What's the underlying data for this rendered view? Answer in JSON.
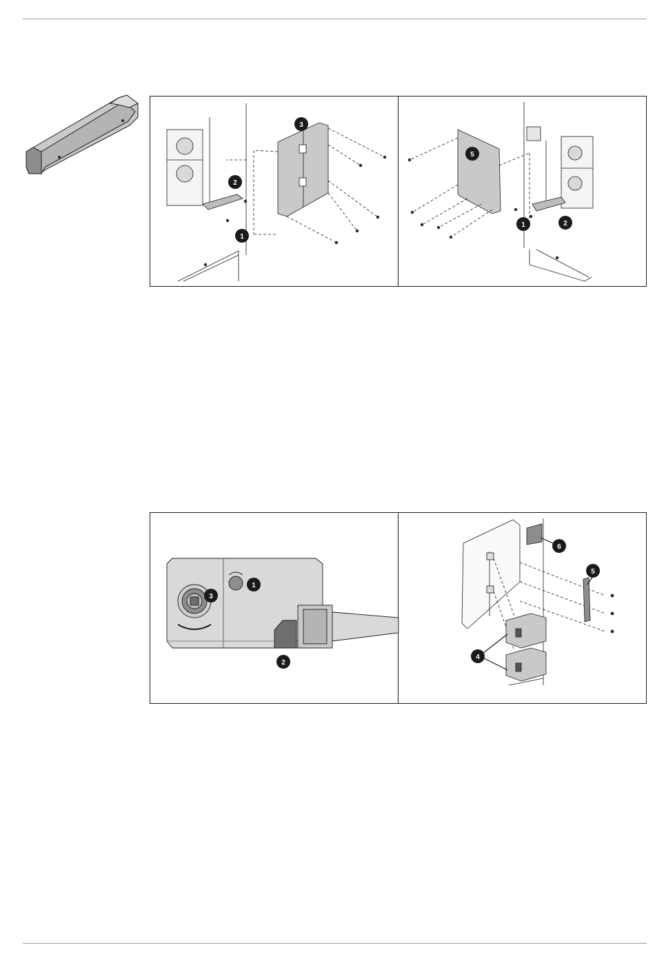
{
  "callouts": {
    "top_left": [
      "1",
      "2",
      "3"
    ],
    "top_right": [
      "1",
      "2",
      "5"
    ],
    "bottom_left": [
      "1",
      "2",
      "3"
    ],
    "bottom_right": [
      "4",
      "5",
      "6"
    ]
  },
  "colors": {
    "line": "#1a1a1a",
    "part_fill": "#c9c9c9",
    "part_dark": "#8d8d8d",
    "badge": "#1a1a1a",
    "rule": "#9a9a9a"
  },
  "icons": {
    "rotate": "curved-arrow-icon"
  }
}
